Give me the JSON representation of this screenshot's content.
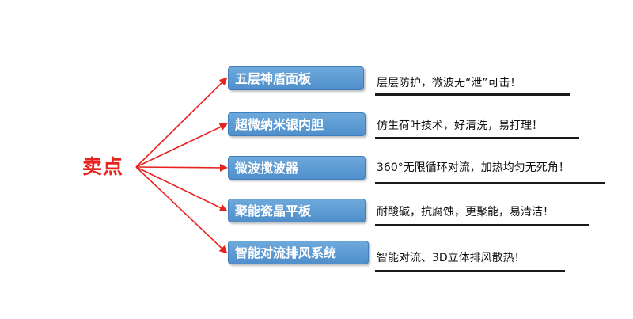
{
  "root": {
    "label": "卖点"
  },
  "features": [
    {
      "name": "五层神盾面板",
      "description": "层层防护，微波无“泄”可击！"
    },
    {
      "name": "超微纳米银内胆",
      "description": "仿生荷叶技术，好清洗，易打理！"
    },
    {
      "name": "微波搅波器",
      "description": "360°无限循环对流，加热均匀无死角！"
    },
    {
      "name": "聚能瓷晶平板",
      "description": "耐酸碱，抗腐蚀，更聚能，易清洁！"
    },
    {
      "name": "智能对流排风系统",
      "description": "智能对流、3D立体排风散热！"
    }
  ],
  "colors": {
    "root_text": "#e8231f",
    "arrow": "#e8231f",
    "box_fill": "#5b9bd5",
    "underline": "#1a1a1a"
  }
}
